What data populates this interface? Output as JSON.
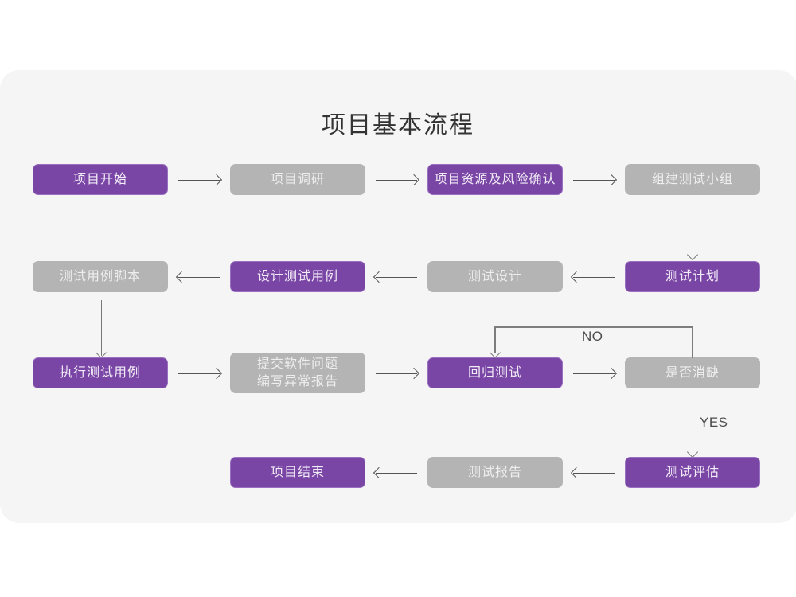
{
  "diagram": {
    "title": "项目基本流程",
    "background_color": "#ffffff",
    "panel_color": "#f5f5f5",
    "accent_purple": "#7a46a5",
    "accent_gray": "#b4b4b4",
    "arrow_color": "#555555"
  },
  "nodes": [
    {
      "id": "n1",
      "label": "项目开始",
      "style": "purple",
      "row": 1
    },
    {
      "id": "n2",
      "label": "项目调研",
      "style": "gray",
      "row": 1
    },
    {
      "id": "n3",
      "label": "项目资源及风险确认",
      "style": "purple",
      "row": 1
    },
    {
      "id": "n4",
      "label": "组建测试小组",
      "style": "gray",
      "row": 1
    },
    {
      "id": "n5",
      "label": "测试用例脚本",
      "style": "gray",
      "row": 2
    },
    {
      "id": "n6",
      "label": "设计测试用例",
      "style": "purple",
      "row": 2
    },
    {
      "id": "n7",
      "label": "测试设计",
      "style": "gray",
      "row": 2
    },
    {
      "id": "n8",
      "label": "测试计划",
      "style": "purple",
      "row": 2
    },
    {
      "id": "n9",
      "label": "执行测试用例",
      "style": "purple",
      "row": 3
    },
    {
      "id": "n10",
      "label": "提交软件问题\n编写异常报告",
      "style": "gray",
      "row": 3
    },
    {
      "id": "n11",
      "label": "回归测试",
      "style": "purple",
      "row": 3
    },
    {
      "id": "n12",
      "label": "是否消缺",
      "style": "gray",
      "row": 3
    },
    {
      "id": "n13",
      "label": "项目结束",
      "style": "purple",
      "row": 4
    },
    {
      "id": "n14",
      "label": "测试报告",
      "style": "gray",
      "row": 4
    },
    {
      "id": "n15",
      "label": "测试评估",
      "style": "purple",
      "row": 4
    }
  ],
  "edges": [
    {
      "from": "n1",
      "to": "n2",
      "dir": "right",
      "label": ""
    },
    {
      "from": "n2",
      "to": "n3",
      "dir": "right",
      "label": ""
    },
    {
      "from": "n3",
      "to": "n4",
      "dir": "right",
      "label": ""
    },
    {
      "from": "n4",
      "to": "n8",
      "dir": "down",
      "label": ""
    },
    {
      "from": "n8",
      "to": "n7",
      "dir": "left",
      "label": ""
    },
    {
      "from": "n7",
      "to": "n6",
      "dir": "left",
      "label": ""
    },
    {
      "from": "n6",
      "to": "n5",
      "dir": "left",
      "label": ""
    },
    {
      "from": "n5",
      "to": "n9",
      "dir": "down",
      "label": ""
    },
    {
      "from": "n9",
      "to": "n10",
      "dir": "right",
      "label": ""
    },
    {
      "from": "n10",
      "to": "n11",
      "dir": "right",
      "label": ""
    },
    {
      "from": "n11",
      "to": "n12",
      "dir": "right",
      "label": ""
    },
    {
      "from": "n12",
      "to": "n11",
      "dir": "loop",
      "label": "NO"
    },
    {
      "from": "n12",
      "to": "n15",
      "dir": "down",
      "label": "YES"
    },
    {
      "from": "n15",
      "to": "n14",
      "dir": "left",
      "label": ""
    },
    {
      "from": "n14",
      "to": "n13",
      "dir": "left",
      "label": ""
    }
  ],
  "edge_labels": {
    "no": "NO",
    "yes": "YES"
  }
}
